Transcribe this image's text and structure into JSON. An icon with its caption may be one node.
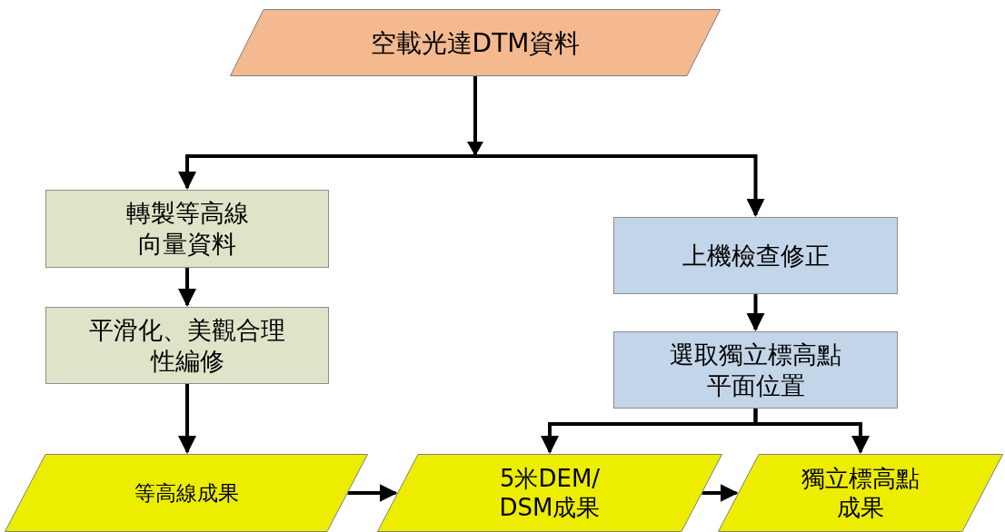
{
  "diagram": {
    "nodes": [
      {
        "text": [
          "空載光達DTM資料"
        ]
      },
      {
        "text": [
          "轉製等高線向量資料"
        ]
      },
      {
        "text": [
          "平滑化、美觀合理性編修"
        ]
      },
      {
        "text": [
          "上機檢查修正"
        ]
      },
      {
        "text": [
          "選取獨立標高點平面位置"
        ]
      },
      {
        "text": [
          "等高線成果"
        ]
      },
      {
        "text": [
          "5米DEM/DSM成果"
        ]
      },
      {
        "text": [
          "獨立標高點成果"
        ]
      }
    ],
    "edges": [
      {
        "from": 0,
        "to": 1,
        "arrow": "to"
      },
      {
        "from": 0,
        "to": 3,
        "arrow": "to"
      },
      {
        "from": 1,
        "to": 2,
        "arrow": "to"
      },
      {
        "from": 2,
        "to": 5,
        "arrow": "to"
      },
      {
        "from": 3,
        "to": 4,
        "arrow": "to"
      },
      {
        "from": 4,
        "to": 6,
        "arrow": "to"
      },
      {
        "from": 4,
        "to": 7,
        "arrow": "to"
      },
      {
        "from": 5,
        "to": 6,
        "arrow": "to"
      },
      {
        "from": 6,
        "to": 7,
        "arrow": "to"
      }
    ]
  }
}
